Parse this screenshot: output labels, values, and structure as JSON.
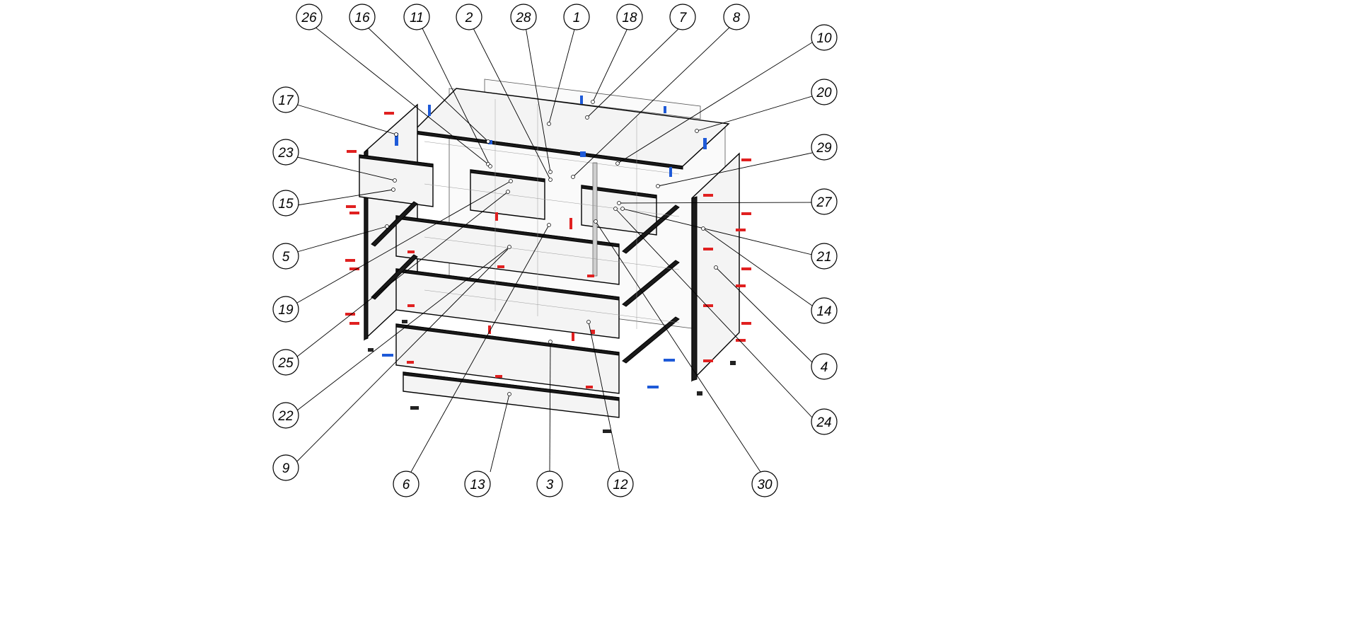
{
  "figure": {
    "callouts": [
      {
        "label": "26"
      },
      {
        "label": "16"
      },
      {
        "label": "11"
      },
      {
        "label": "2"
      },
      {
        "label": "28"
      },
      {
        "label": "1"
      },
      {
        "label": "18"
      },
      {
        "label": "7"
      },
      {
        "label": "8"
      },
      {
        "label": "10"
      },
      {
        "label": "17"
      },
      {
        "label": "20"
      },
      {
        "label": "23"
      },
      {
        "label": "29"
      },
      {
        "label": "15"
      },
      {
        "label": "27"
      },
      {
        "label": "5"
      },
      {
        "label": "21"
      },
      {
        "label": "19"
      },
      {
        "label": "14"
      },
      {
        "label": "25"
      },
      {
        "label": "4"
      },
      {
        "label": "22"
      },
      {
        "label": "24"
      },
      {
        "label": "9"
      },
      {
        "label": "6"
      },
      {
        "label": "13"
      },
      {
        "label": "3"
      },
      {
        "label": "12"
      },
      {
        "label": "30"
      }
    ],
    "colors": {
      "line": "#000000",
      "fastener_red": "#e02020",
      "fastener_blue": "#1e5ad8",
      "panel_fill": "#f4f4f4"
    }
  }
}
